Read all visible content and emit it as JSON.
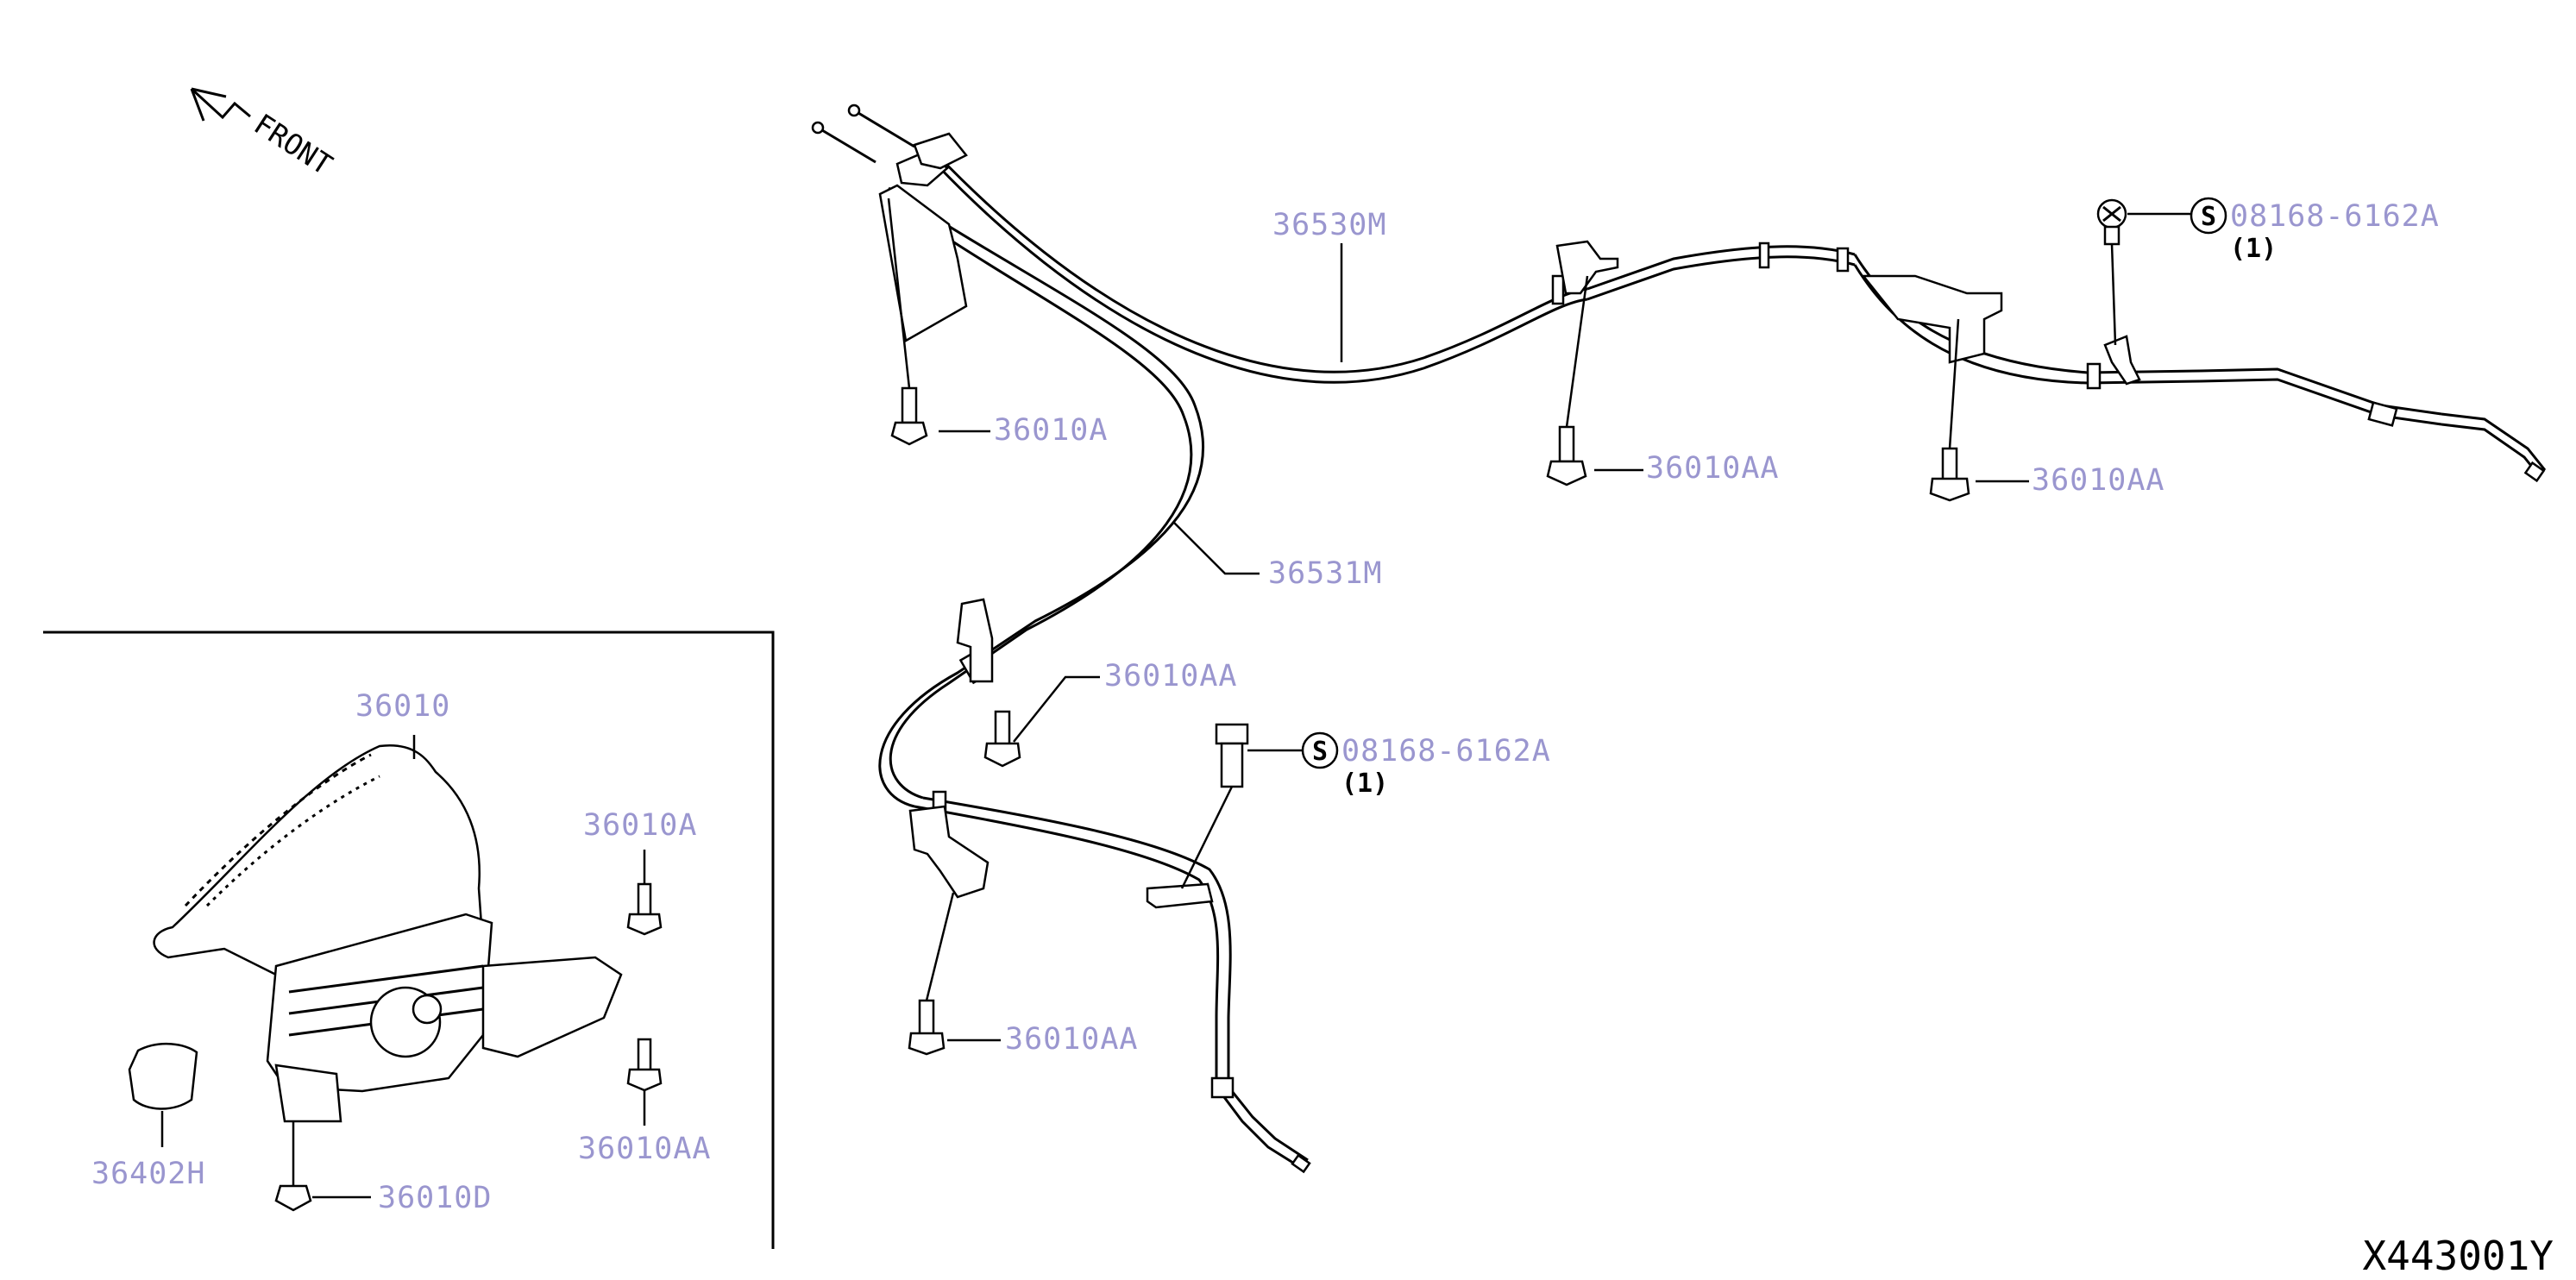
{
  "direction": {
    "label": "FRONT",
    "icon": "front-arrow-icon"
  },
  "diagram_id": "X443001Y",
  "labels": {
    "cable_front": "36530M",
    "cable_rear_left": "36531M",
    "bolt_a_top": "36010A",
    "bolt_aa_center": "36010AA",
    "bolt_aa_right": "36010AA",
    "bolt_aa_mid": "36010AA",
    "bolt_aa_lower": "36010AA",
    "screw_right": "08168-6162A",
    "screw_right_qty": "(1)",
    "screw_center": "08168-6162A",
    "screw_center_qty": "(1)",
    "lever": "36010",
    "bolt_a_inset": "36010A",
    "bolt_aa_inset": "36010AA",
    "cover": "36402H",
    "nut": "36010D"
  },
  "symbols": {
    "screw_mark": "S"
  },
  "colors": {
    "label": "#9a96cf",
    "line": "#000000"
  }
}
